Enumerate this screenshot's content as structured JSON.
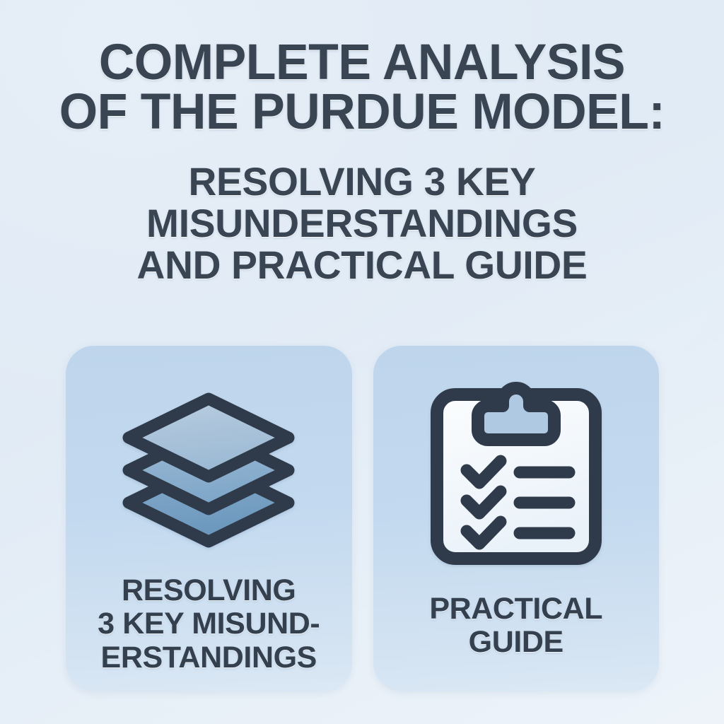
{
  "poster": {
    "background_color": "#e1ebf5",
    "text_color": "#3a4553",
    "accent_color": "#6e9cc6"
  },
  "heading": {
    "title_lines": [
      "COMPLETE ANALYSIS",
      "OF THE PURDUE MODEL:"
    ],
    "subtitle_lines": [
      "RESOLVING 3 KEY",
      "MISUNDERSTANDINGS",
      "AND PRACTICAL GUIDE"
    ]
  },
  "cards": [
    {
      "icon": "layers-icon",
      "card_color": "#c3d9ef",
      "label_lines": [
        "RESOLVING",
        "3 KEY MISUND-",
        "ERSTANDINGS"
      ]
    },
    {
      "icon": "clipboard-checklist-icon",
      "card_color": "#c3d9ef",
      "label_lines": [
        "PRACTICAL",
        "GUIDE"
      ]
    }
  ]
}
